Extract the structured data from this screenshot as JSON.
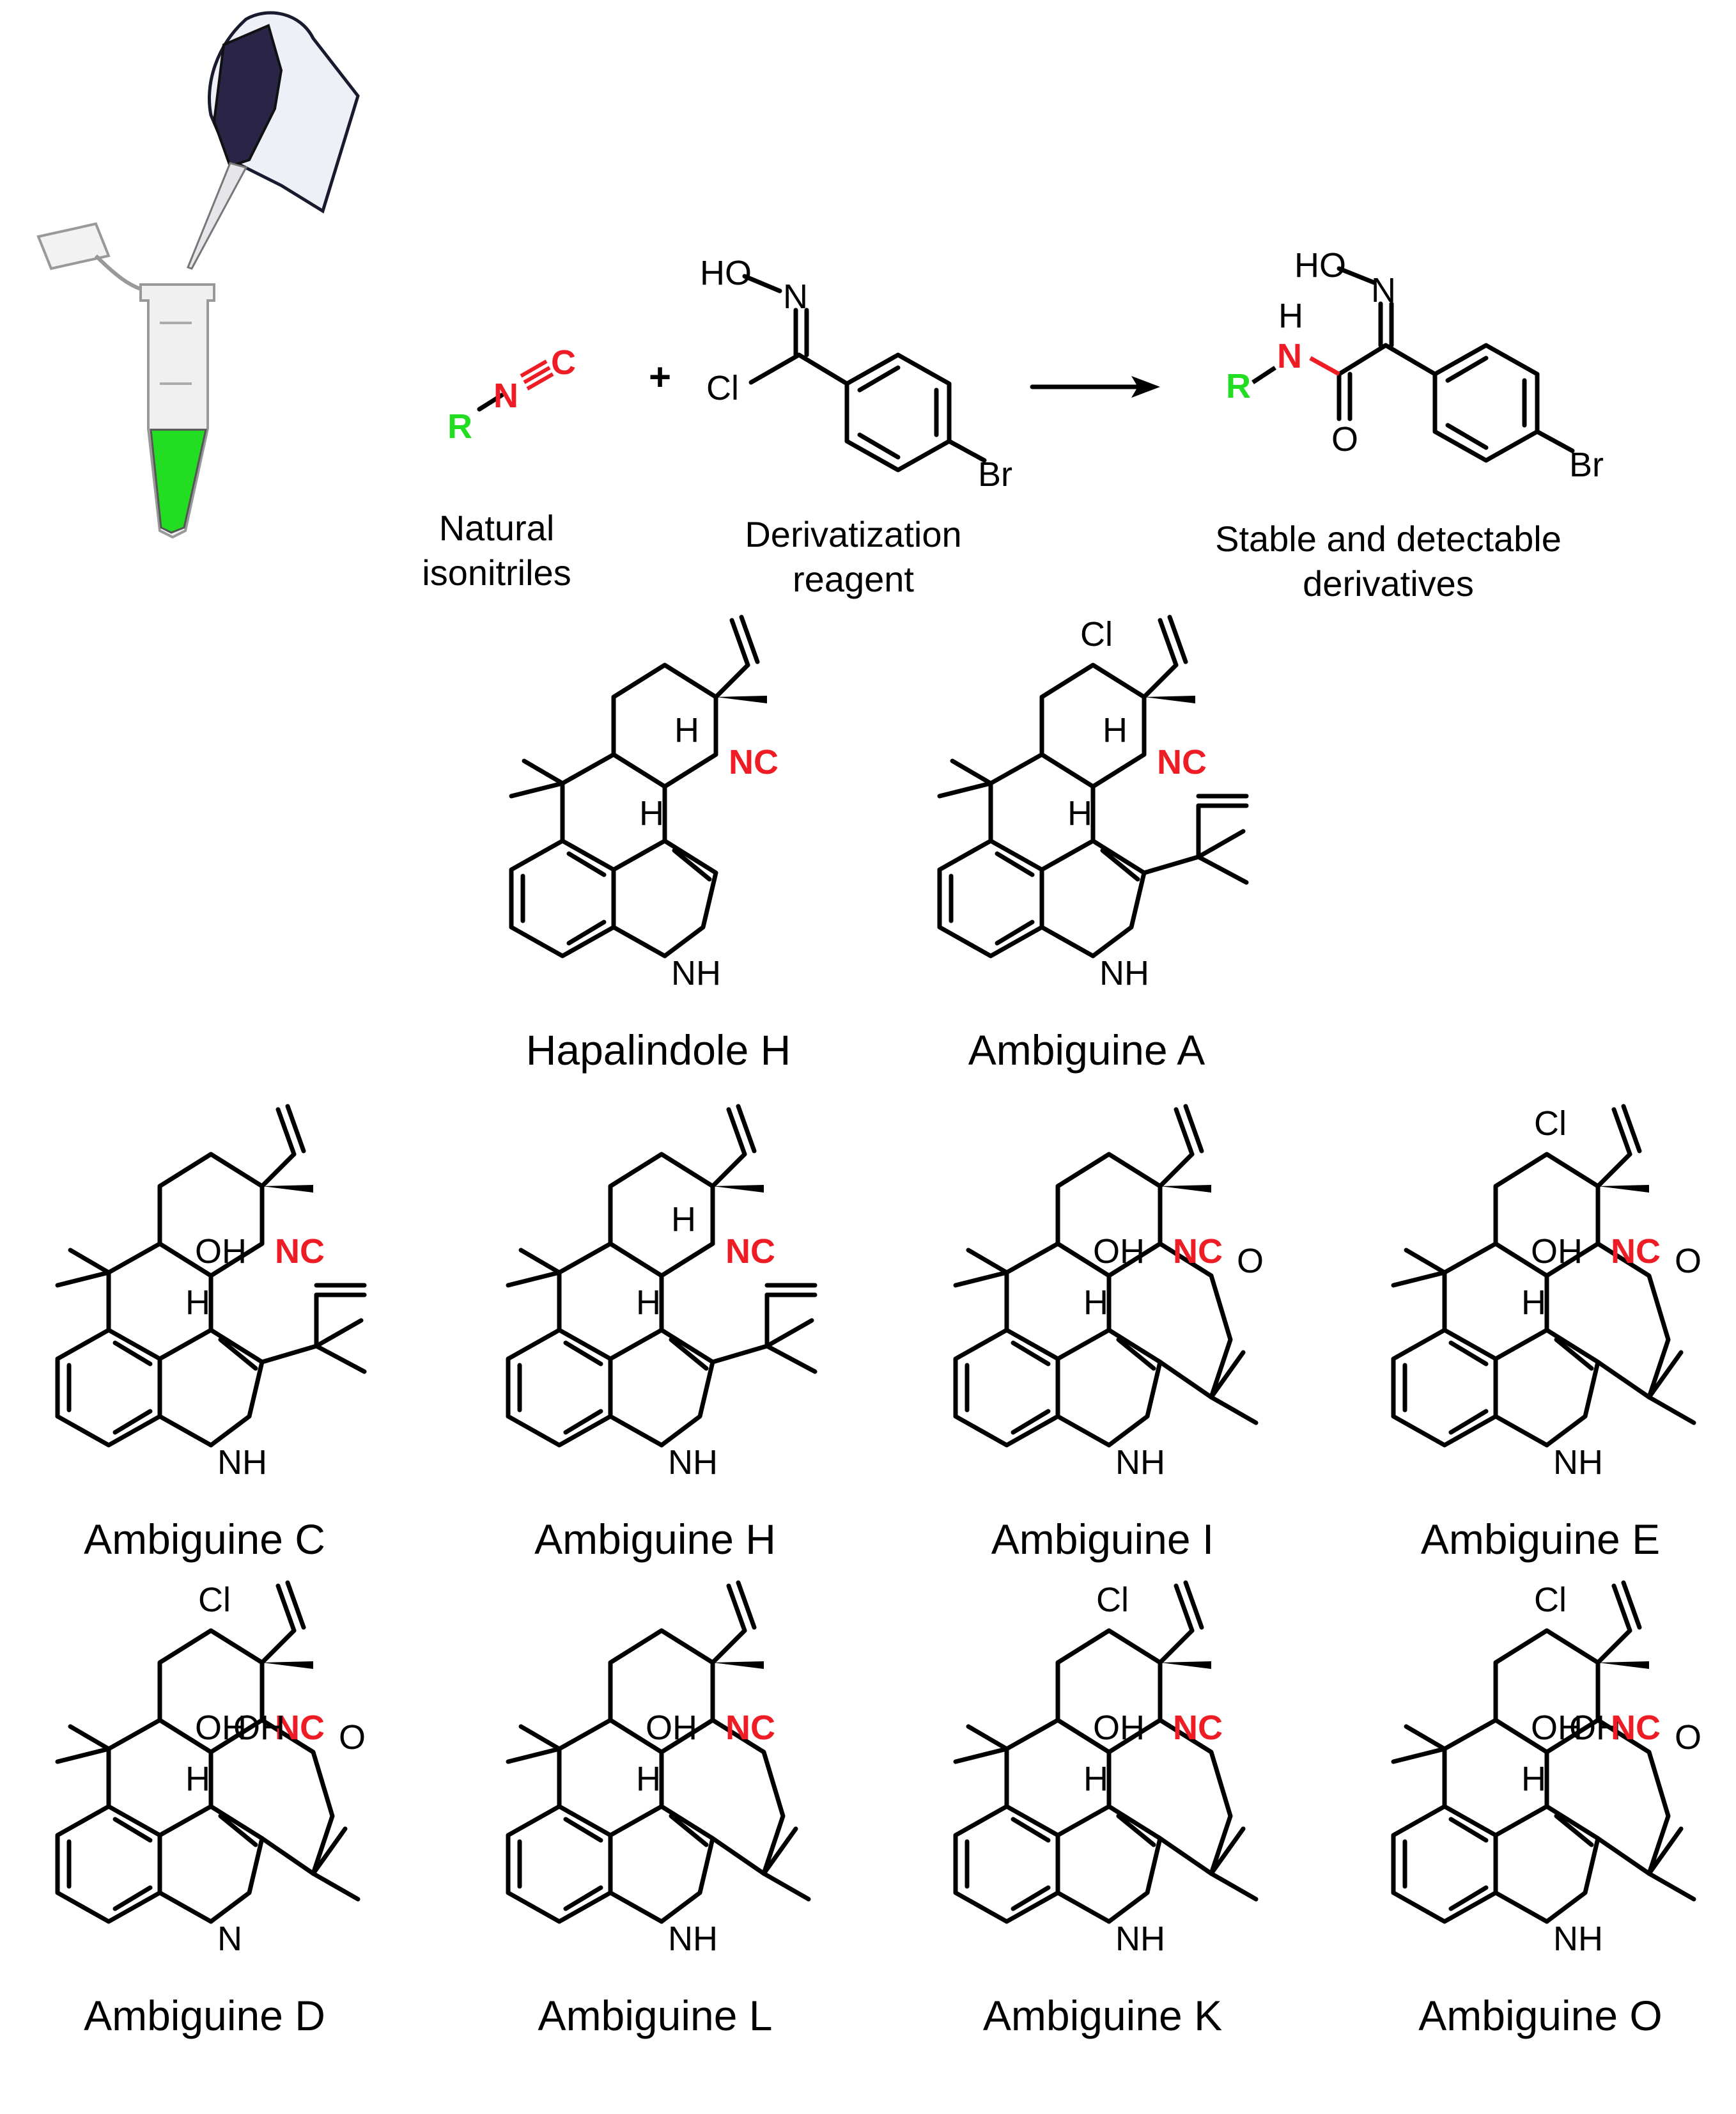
{
  "colors": {
    "isonitrile": "#ee1c24",
    "r_group": "#22dd22",
    "tube_fill": "#22dd22",
    "bond": "#000000"
  },
  "reaction": {
    "r_label": "R",
    "n_label": "N",
    "c_label": "C",
    "plus": "+",
    "ho_label": "HO",
    "oxime_n_label": "N",
    "cl_label": "Cl",
    "br_label": "Br",
    "product_ho_label": "HO",
    "product_oxime_n_label": "N",
    "product_h_label": "H",
    "product_n_label": "N",
    "product_r_label": "R",
    "product_o_label": "O",
    "product_br_label": "Br",
    "caption_isonitriles": [
      "Natural",
      "isonitriles"
    ],
    "caption_reagent": [
      "Derivatization",
      "reagent"
    ],
    "caption_products": [
      "Stable and detectable",
      "derivatives"
    ]
  },
  "compounds": [
    {
      "name": "Hapalindole H",
      "labels": [
        "H",
        "H",
        "NC",
        "NH"
      ]
    },
    {
      "name": "Ambiguine A",
      "labels": [
        "Cl",
        "H",
        "H",
        "NC",
        "NH"
      ]
    },
    {
      "name": "Ambiguine C",
      "labels": [
        "OH",
        "H",
        "NC",
        "NH"
      ]
    },
    {
      "name": "Ambiguine H",
      "labels": [
        "H",
        "H",
        "NC",
        "NH"
      ]
    },
    {
      "name": "Ambiguine I",
      "labels": [
        "OH",
        "H",
        "NC",
        "O",
        "NH"
      ]
    },
    {
      "name": "Ambiguine E",
      "labels": [
        "Cl",
        "OH",
        "H",
        "NC",
        "O",
        "NH"
      ]
    },
    {
      "name": "Ambiguine D",
      "labels": [
        "Cl",
        "OH",
        "NC",
        "O",
        "H",
        "OH",
        "N"
      ]
    },
    {
      "name": "Ambiguine L",
      "labels": [
        "OH",
        "H",
        "NC",
        "NH"
      ]
    },
    {
      "name": "Ambiguine K",
      "labels": [
        "Cl",
        "OH",
        "H",
        "NC",
        "NH"
      ]
    },
    {
      "name": "Ambiguine O",
      "labels": [
        "Cl",
        "OH",
        "OH",
        "H",
        "NC",
        "O",
        "NH"
      ]
    }
  ]
}
